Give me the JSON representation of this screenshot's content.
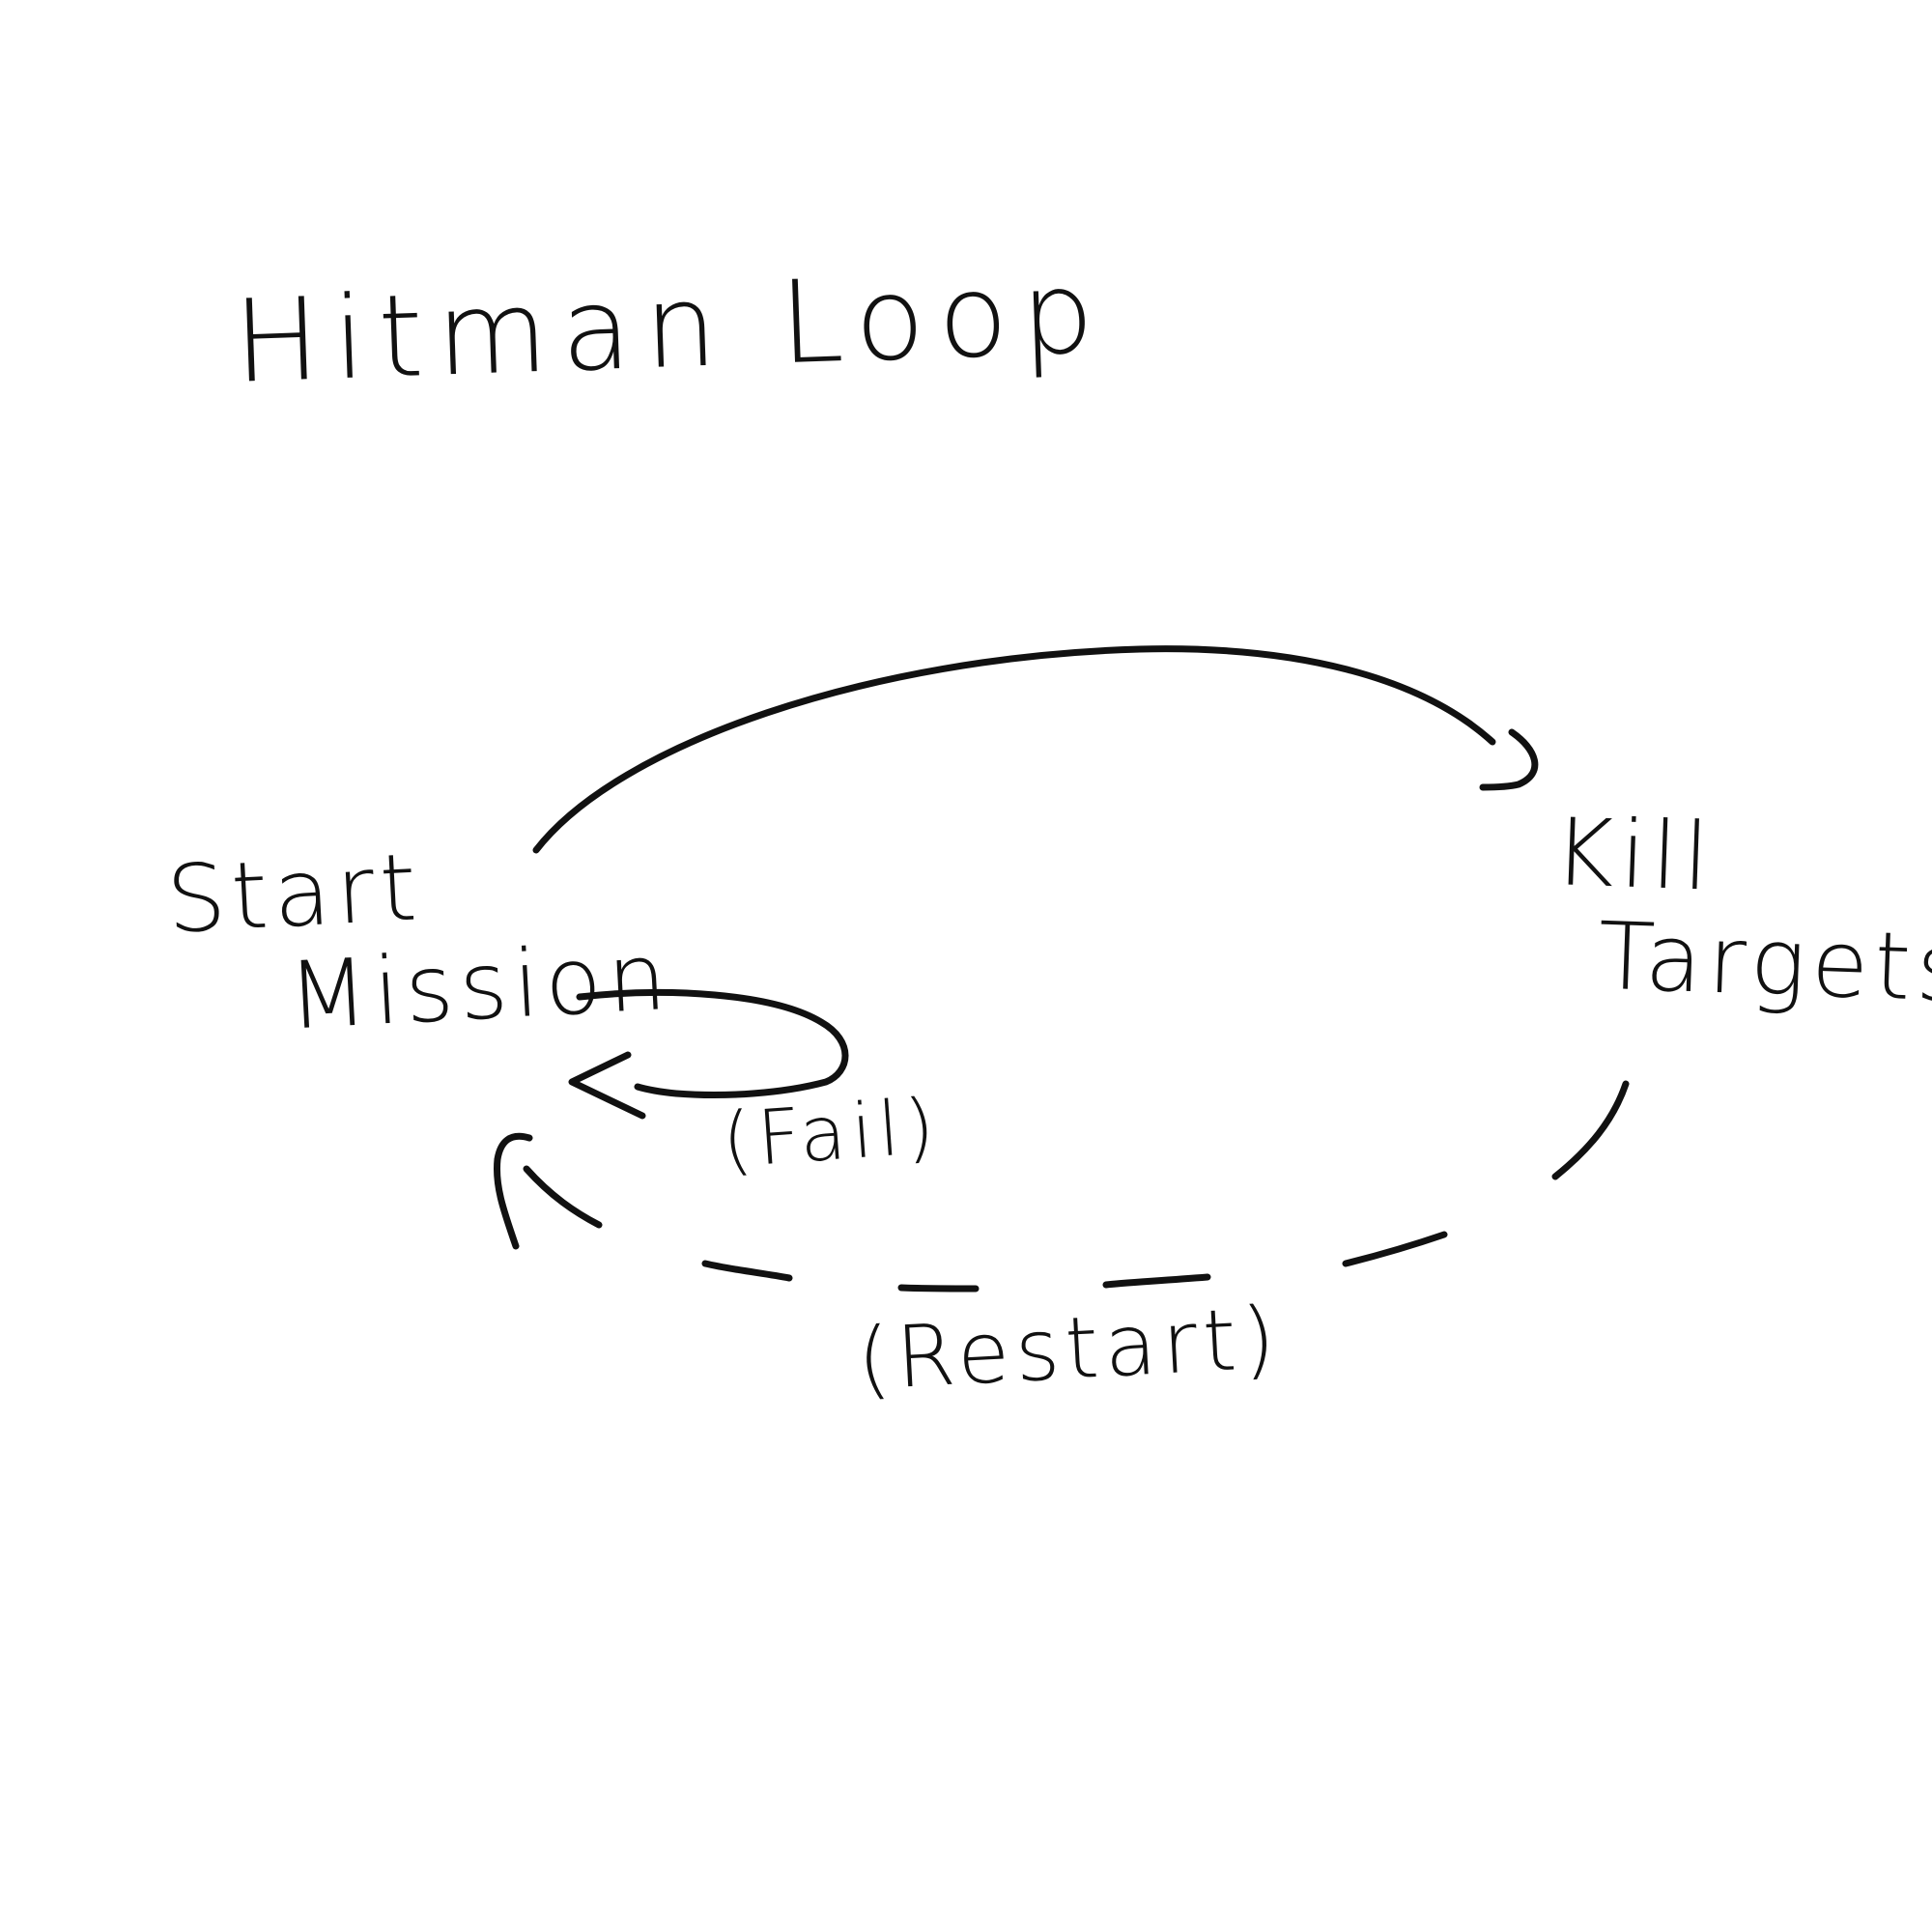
{
  "diagram": {
    "title": "Hitman Loop",
    "nodes": [
      {
        "id": "start",
        "lines": [
          "Start",
          "Mission"
        ]
      },
      {
        "id": "kill",
        "lines": [
          "Kill",
          "Targets"
        ]
      }
    ],
    "edges": [
      {
        "from": "start",
        "to": "kill",
        "style": "solid",
        "label": ""
      },
      {
        "from": "start",
        "to": "start",
        "style": "solid",
        "label": "(Fail)"
      },
      {
        "from": "kill",
        "to": "start",
        "style": "dashed",
        "label": "(Restart)"
      }
    ],
    "colors": {
      "ink": "#111111",
      "background": "#ffffff"
    }
  }
}
